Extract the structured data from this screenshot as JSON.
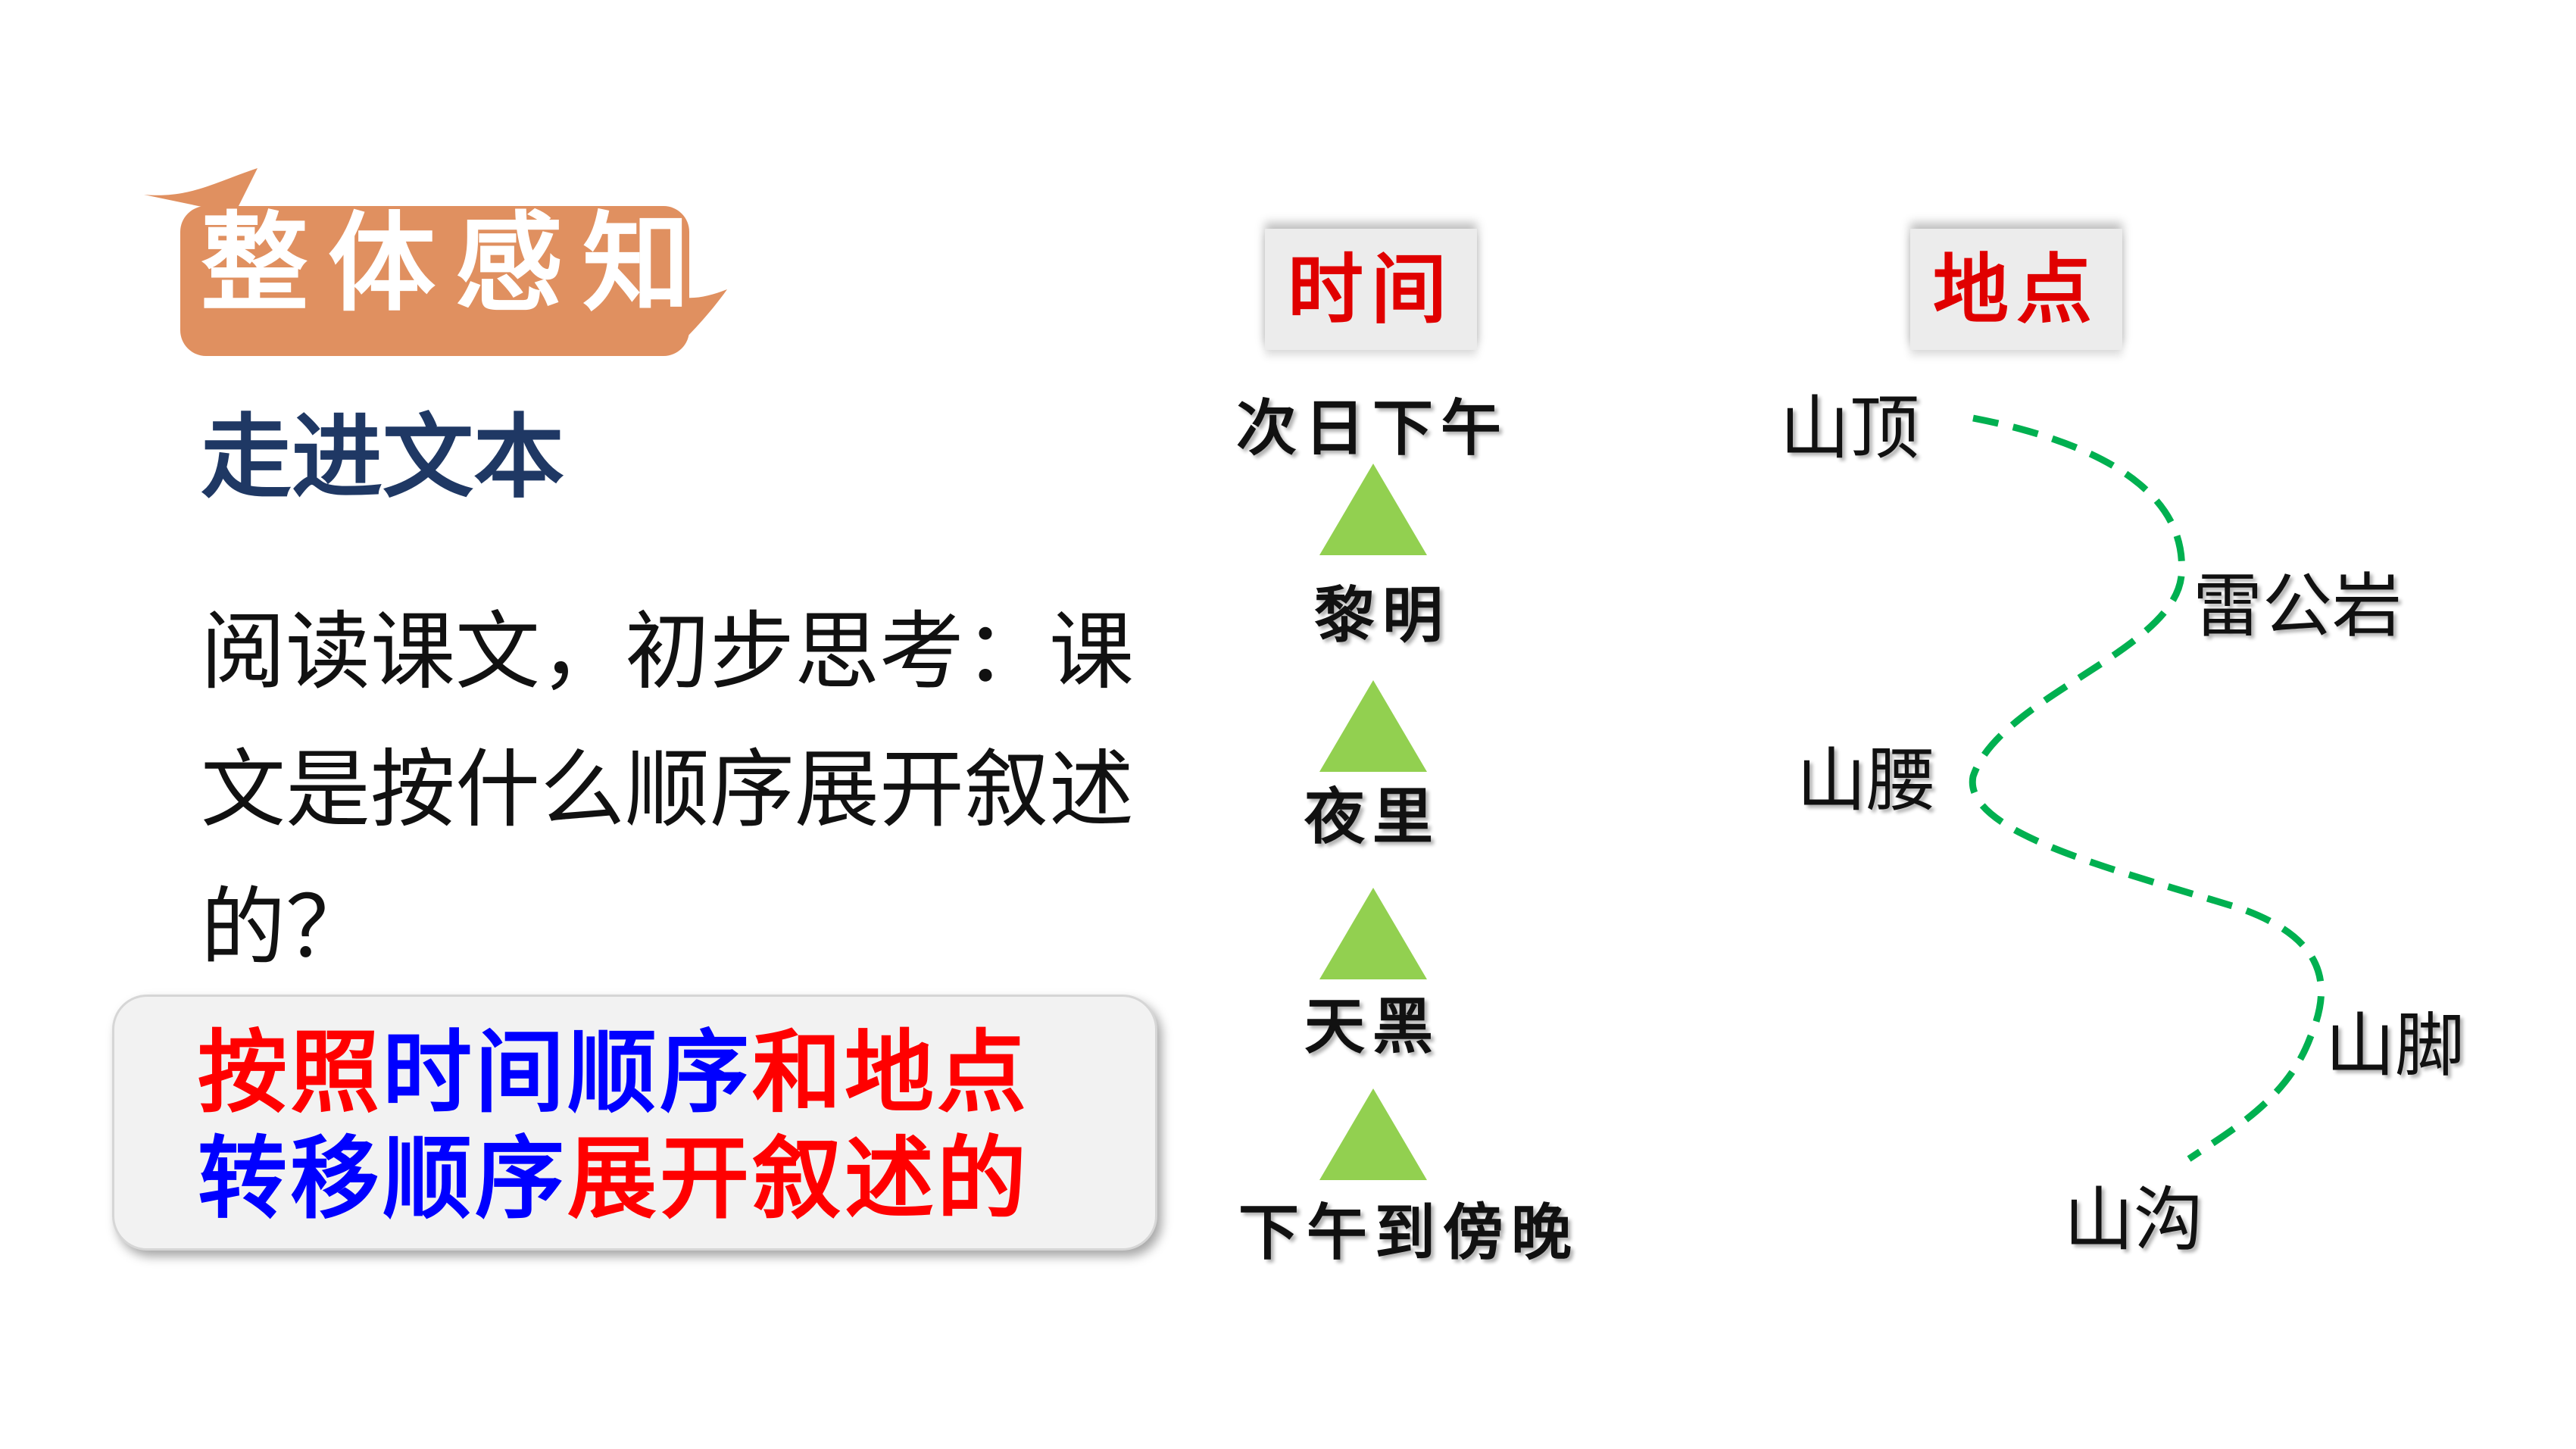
{
  "heading": {
    "badge_title": "整体感知",
    "badge_color": "#e09060"
  },
  "section_title": "走进文本",
  "question": {
    "text": "阅读课文，初步思考：课文是按什么顺序展开叙述的？"
  },
  "answer": {
    "segments": [
      {
        "text": "按照",
        "color": "red"
      },
      {
        "text": "时间顺序",
        "color": "blue"
      },
      {
        "text": "和地点",
        "color": "red"
      },
      {
        "text": "转移顺序",
        "color": "blue"
      },
      {
        "text": "展开叙述的",
        "color": "red"
      }
    ]
  },
  "columns": {
    "time_header": "时间",
    "place_header": "地点"
  },
  "time_sequence": [
    "次日下午",
    "黎明",
    "夜里",
    "天黑",
    "下午到傍晚"
  ],
  "place_sequence": [
    "山顶",
    "雷公岩",
    "山腰",
    "山脚",
    "山沟"
  ],
  "colors": {
    "arrow_green": "#92d050",
    "path_green": "#00b050",
    "red": "#ff0000",
    "blue": "#0000ff"
  }
}
